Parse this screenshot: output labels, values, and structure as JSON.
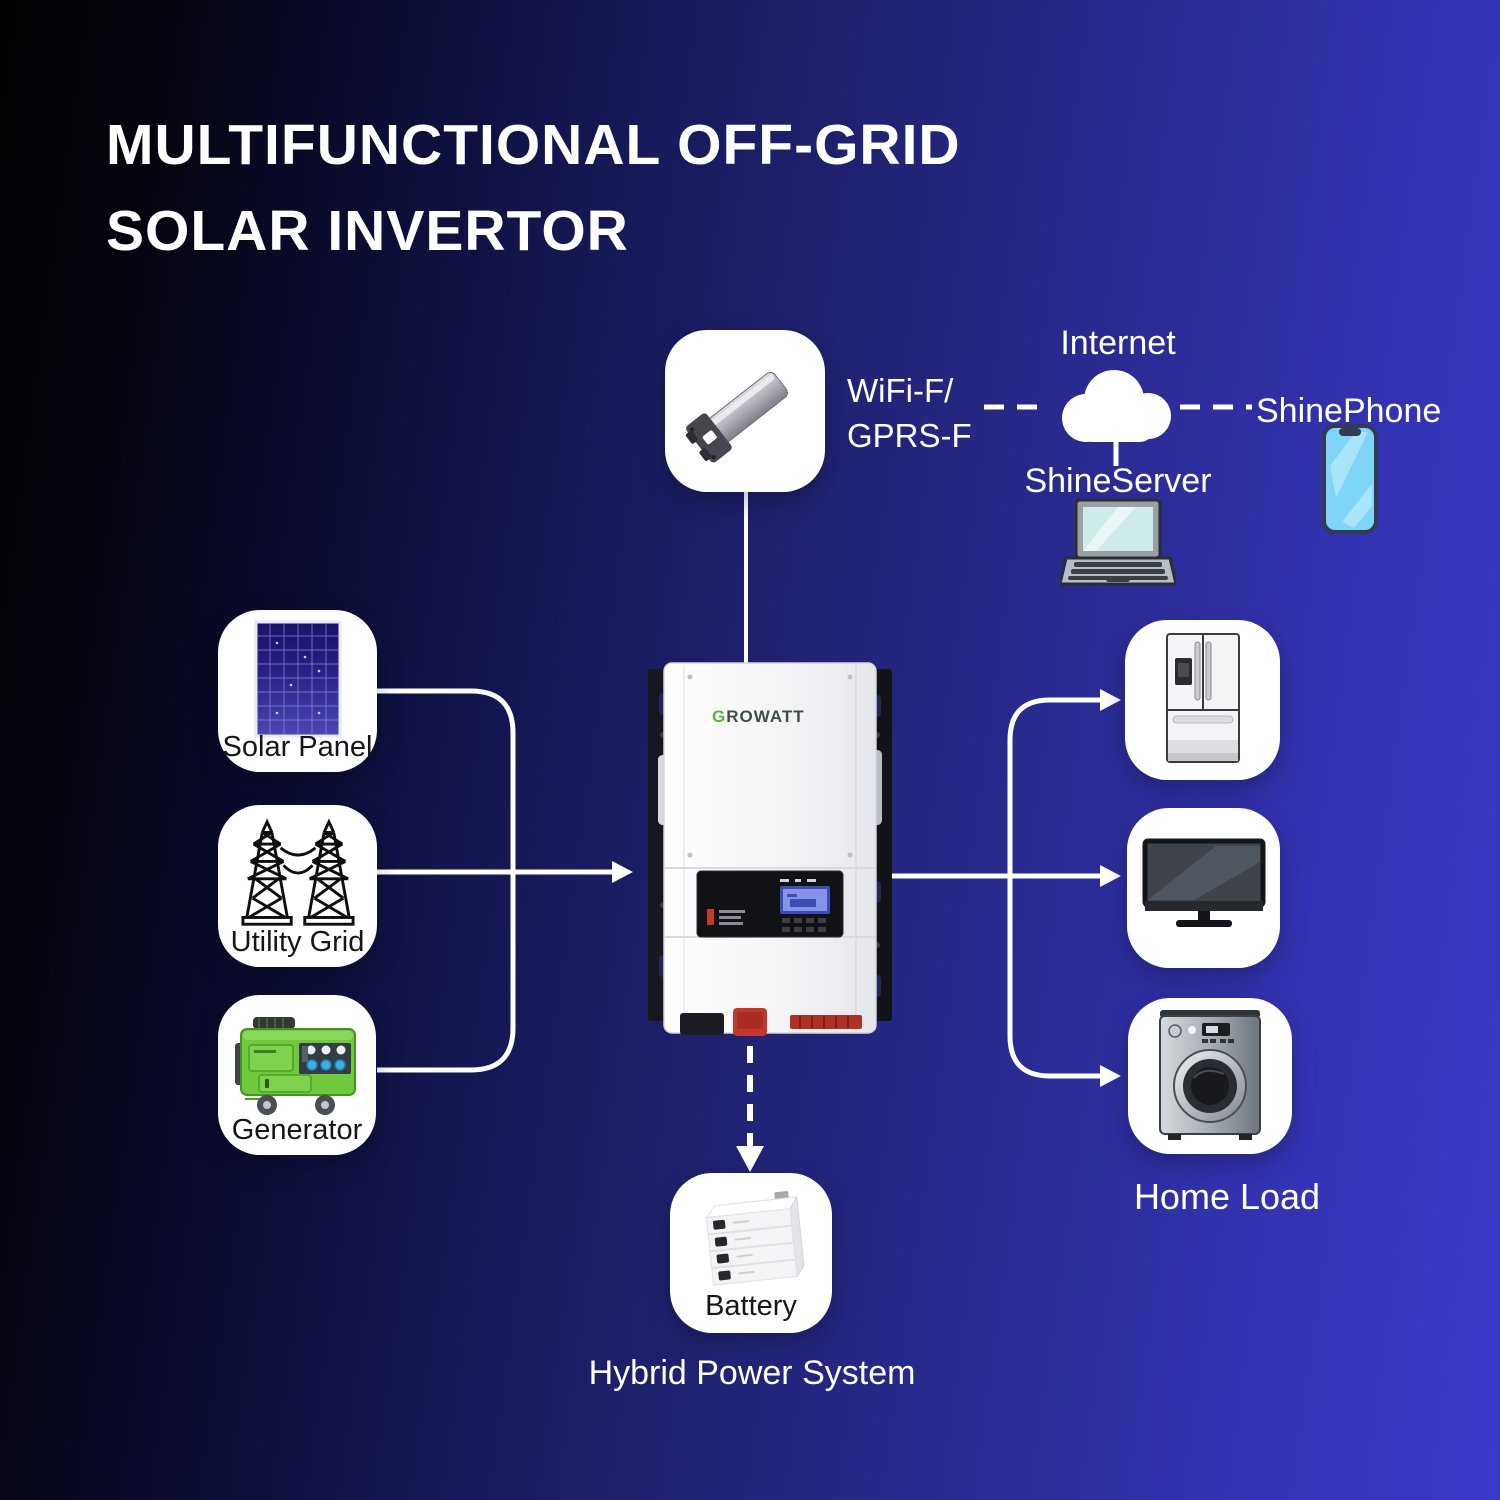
{
  "title": {
    "line1": "MULTIFUNCTIONAL OFF-GRID",
    "line2": "SOLAR INVERTOR"
  },
  "monitoring": {
    "wifi_module": {
      "label_line1": "WiFi-F/",
      "label_line2": "GPRS-F",
      "icon": "wifi-dongle-icon"
    },
    "internet": {
      "label": "Internet",
      "icon": "cloud-icon"
    },
    "shine_server": {
      "label": "ShineServer",
      "icon": "laptop-icon"
    },
    "shine_phone": {
      "label": "ShinePhone",
      "icon": "smartphone-icon"
    }
  },
  "sources": {
    "solar_panel": {
      "label": "Solar Panel",
      "icon": "solar-panel-icon"
    },
    "utility_grid": {
      "label": "Utility Grid",
      "icon": "transmission-towers-icon"
    },
    "generator": {
      "label": "Generator",
      "icon": "generator-icon"
    }
  },
  "inverter": {
    "brand_g": "G",
    "brand_rest": "ROWATT",
    "icon": "growatt-inverter-image"
  },
  "storage": {
    "battery": {
      "label": "Battery",
      "icon": "battery-stack-icon"
    },
    "caption": "Hybrid Power System"
  },
  "loads": {
    "caption": "Home Load",
    "items": [
      {
        "icon": "refrigerator-icon"
      },
      {
        "icon": "television-icon"
      },
      {
        "icon": "washing-machine-icon"
      }
    ]
  },
  "colors": {
    "background_left": "#010103",
    "background_right": "#3b38cb",
    "connector": "#ffffff",
    "node_background": "#ffffff",
    "node_label_text": "#15151d",
    "outside_label_text": "#ffffff",
    "growatt_green": "#58b331"
  }
}
